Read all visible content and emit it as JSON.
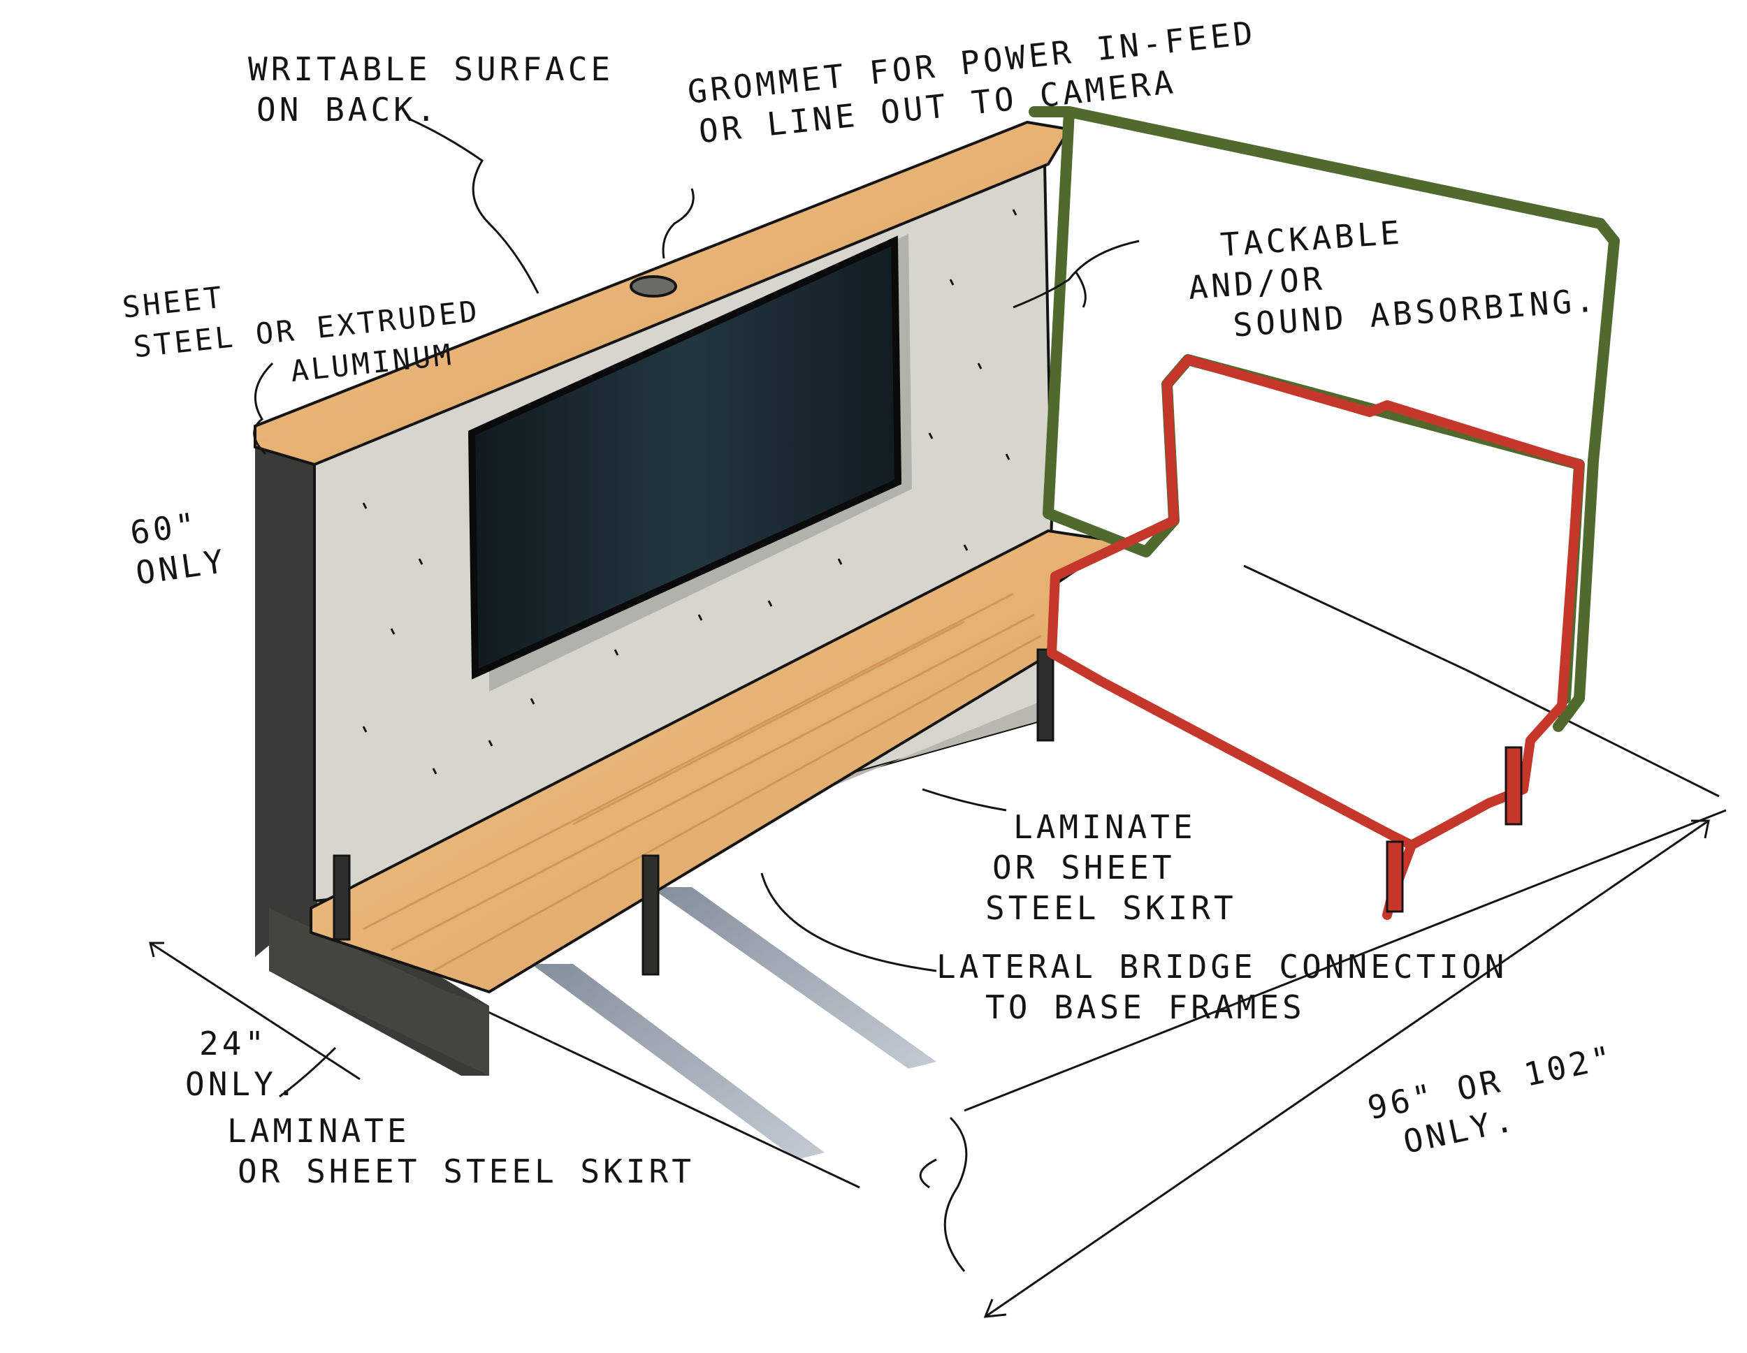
{
  "annotations": {
    "writable_surface": [
      "WRITABLE SURFACE",
      "ON BACK."
    ],
    "grommet": [
      "GROMMET FOR POWER IN-FEED",
      "OR LINE OUT TO CAMERA"
    ],
    "sheet_steel": [
      "SHEET",
      "STEEL OR EXTRUDED",
      "ALUMINUM"
    ],
    "tackable": [
      "TACKABLE",
      "AND/OR",
      "SOUND ABSORBING."
    ],
    "height": [
      "60\"",
      "ONLY"
    ],
    "laminate_right": [
      "LAMINATE",
      "OR SHEET",
      "STEEL SKIRT"
    ],
    "lateral_bridge": [
      "LATERAL BRIDGE CONNECTION",
      "TO BASE FRAMES"
    ],
    "depth": [
      "24\"",
      "ONLY."
    ],
    "laminate_left": [
      "LAMINATE",
      "OR SHEET STEEL SKIRT"
    ],
    "width": [
      "96\" OR 102\"",
      "ONLY."
    ]
  },
  "colors": {
    "wood": "#e8b87a",
    "wood_dark": "#c98c4c",
    "panel": "#d8d8d2",
    "screen": "#1c2a30",
    "skirt": "#3e3e3a",
    "shadow": "#7c8794",
    "green_frame": "#4f6a2c",
    "red_frame": "#c4372a",
    "ink": "#141414"
  }
}
